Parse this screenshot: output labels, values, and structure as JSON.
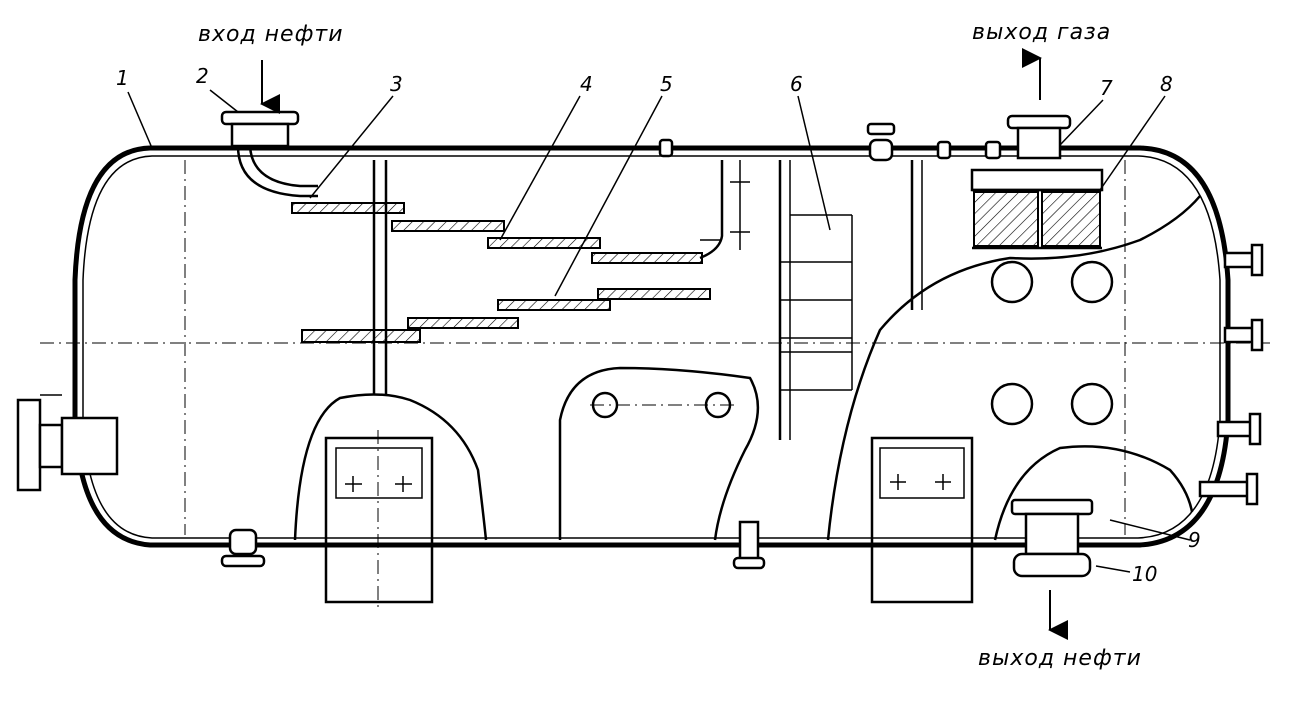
{
  "labels": {
    "oil_inlet": "вход нефти",
    "gas_outlet": "выход газа",
    "oil_outlet": "выход нефти"
  },
  "callouts": [
    "1",
    "2",
    "3",
    "4",
    "5",
    "6",
    "7",
    "8",
    "9",
    "10"
  ]
}
